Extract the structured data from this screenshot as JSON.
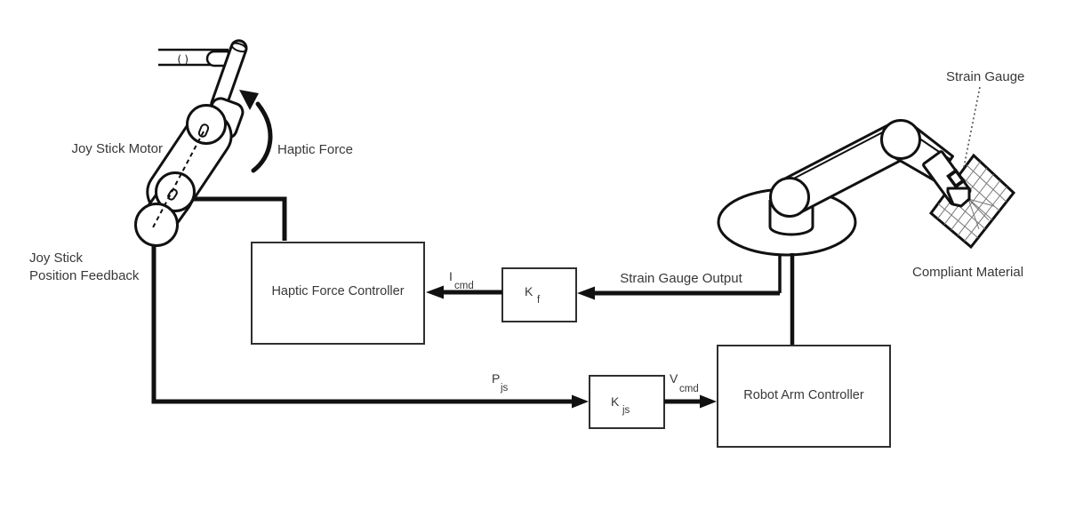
{
  "diagram": {
    "title_semantic": "Haptic joystick teleoperation control diagram",
    "labels": {
      "joy_stick_motor": "Joy Stick Motor",
      "haptic_force": "Haptic Force",
      "position_feedback_line1": "Joy Stick",
      "position_feedback_line2": "Position Feedback",
      "strain_gauge": "Strain Gauge",
      "compliant_material": "Compliant Material",
      "strain_gauge_output": "Strain Gauge Output",
      "rail_mark": "()"
    },
    "boxes": {
      "haptic_force_controller": "Haptic Force Controller",
      "robot_arm_controller": "Robot Arm Controller",
      "kf": {
        "main": "K",
        "sub": "f"
      },
      "kjs": {
        "main": "K",
        "sub": "js"
      }
    },
    "signals": {
      "icmd": {
        "main": "I",
        "sub": "cmd"
      },
      "pjs": {
        "main": "P",
        "sub": "js"
      },
      "vcmd": {
        "main": "V",
        "sub": "cmd"
      }
    },
    "colors": {
      "line": "#111111",
      "box_stroke": "#2f2f2f",
      "text": "#383838",
      "grid": "#777777",
      "background": "#ffffff"
    }
  }
}
